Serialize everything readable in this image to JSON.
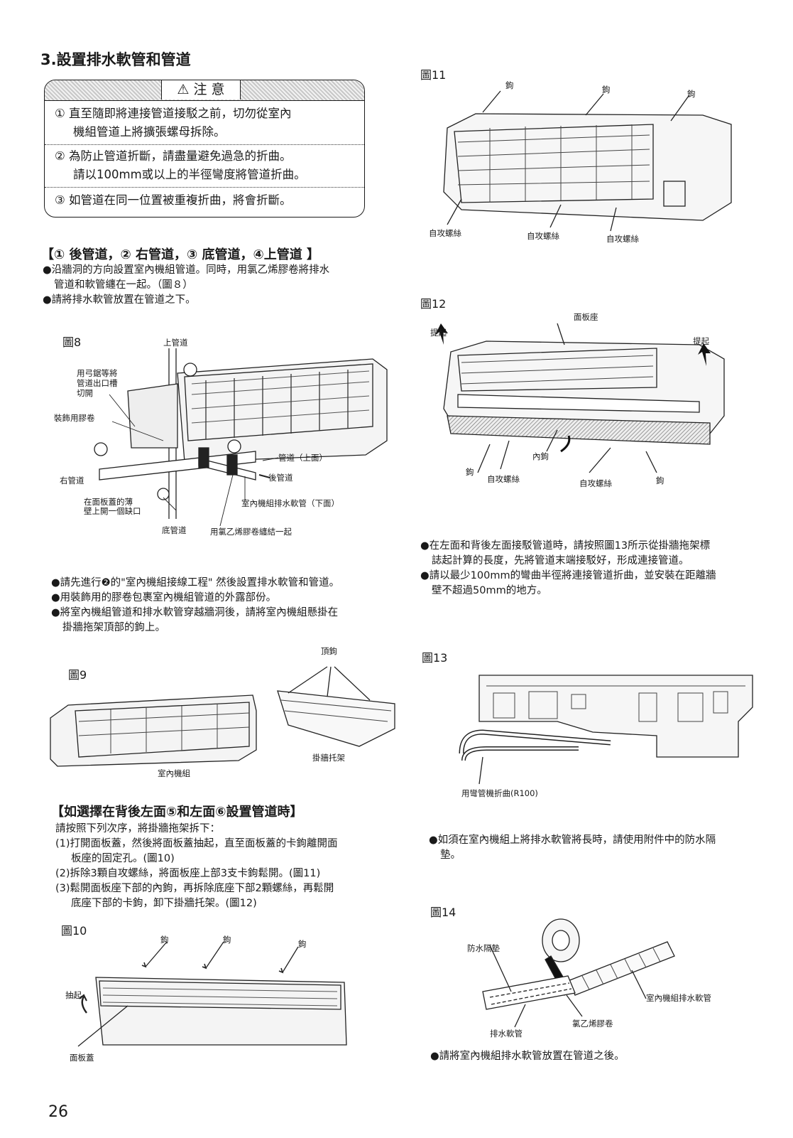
{
  "section": {
    "number": "3.",
    "title": "設置排水軟管和管道"
  },
  "caution": {
    "heading": "注 意",
    "items": [
      {
        "line1": "① 直至隨即將連接管道接駁之前，切勿從室內",
        "line2": "機組管道上將擴張螺母拆除。"
      },
      {
        "line1": "② 為防止管道折斷，請盡量避免過急的折曲。",
        "line2": "請以100mm或以上的半徑彎度將管道折曲。"
      },
      {
        "line1": "③ 如管道在同一位置被重複折曲，將會折斷。",
        "line2": ""
      }
    ]
  },
  "pipes_section": {
    "heading": "【① 後管道，② 右管道，③ 底管道，④上管道 】",
    "bullets": [
      "●沿牆洞的方向設置室內機組管道。同時，用氯乙烯膠卷將排水",
      "管道和軟管纏在一起。（圖８）",
      "●請將排水軟管放置在管道之下。"
    ]
  },
  "fig8": {
    "title": "圖8",
    "labels": {
      "top_pipe": "上管道",
      "cut1": "用弓鋸等將",
      "cut2": "管道出口槽",
      "cut3": "切開",
      "tape": "裝飾用膠卷",
      "pipe_top": "管道（上面）",
      "back_pipe": "後管道",
      "right_pipe": "右管道",
      "notch1": "在面板蓋的薄",
      "notch2": "壁上開一個缺口",
      "drain_bottom": "室內機組排水軟管（下面）",
      "bottom_pipe": "底管道",
      "vinyl": "用氯乙烯膠卷纏結一起"
    }
  },
  "install_bullets": [
    "●請先進行❷的\"室內機組接線工程\" 然後設置排水軟管和管道。",
    "●用裝飾用的膠卷包裹室內機組管道的外露部份。",
    "●將室內機組管道和排水軟管穿越牆洞後，請將室內機組懸掛在",
    "掛牆拖架頂部的鉤上。"
  ],
  "fig9": {
    "title": "圖9",
    "labels": {
      "top_hook": "頂鉤",
      "bracket": "掛牆托架",
      "unit": "室內機組"
    }
  },
  "left_section": {
    "heading": "【如選擇在背後左面⑤和左面⑥設置管道時】",
    "steps": [
      "請按照下列次序，將掛牆拖架拆下：",
      "(1)打開面板蓋，然後將面板蓋抽起，直至面板蓋的卡鉤離開面",
      "板座的固定孔。(圖10)",
      "(2)拆除3顆自攻螺絲，將面板座上部3支卡鉤鬆開。(圖11)",
      "(3)鬆開面板座下部的內鉤，再拆除底座下部2顆螺絲，再鬆開",
      "底座下部的卡鉤，卸下掛牆托架。(圖12)"
    ]
  },
  "fig10": {
    "title": "圖10",
    "labels": {
      "hook": "鉤",
      "lift": "抽起",
      "panel_cover": "面板蓋"
    }
  },
  "page_number": "26",
  "fig11": {
    "title": "圖11",
    "labels": {
      "hook": "鉤",
      "screw": "自攻螺絲"
    }
  },
  "fig12": {
    "title": "圖12",
    "labels": {
      "panel_base": "面板座",
      "lift": "提起",
      "inner_hook": "內鉤",
      "hook": "鉤",
      "screw": "自攻螺絲"
    }
  },
  "right_bullets1": [
    "●在左面和背後左面接駁管道時，請按照圖13所示從掛牆拖架標",
    "誌起計算的長度，先將管道末端接駁好，形成連接管道。",
    "●請以最少100mm的彎曲半徑將連接管道折曲，並安裝在距離牆",
    "壁不超過50mm的地方。"
  ],
  "fig13": {
    "title": "圖13",
    "labels": {
      "bend": "用彎管機折曲(R100)"
    }
  },
  "right_bullets2": [
    "●如須在室內機組上將排水軟管將長時，請使用附件中的防水隔",
    "墊。"
  ],
  "fig14": {
    "title": "圖14",
    "labels": {
      "pad": "防水隔墊",
      "drain_hose": "室內機組排水軟管",
      "vinyl_tape": "氯乙烯膠卷",
      "drain_pipe": "排水軟管"
    }
  },
  "right_bullets3": [
    "●請將室內機組排水軟管放置在管道之後。"
  ]
}
